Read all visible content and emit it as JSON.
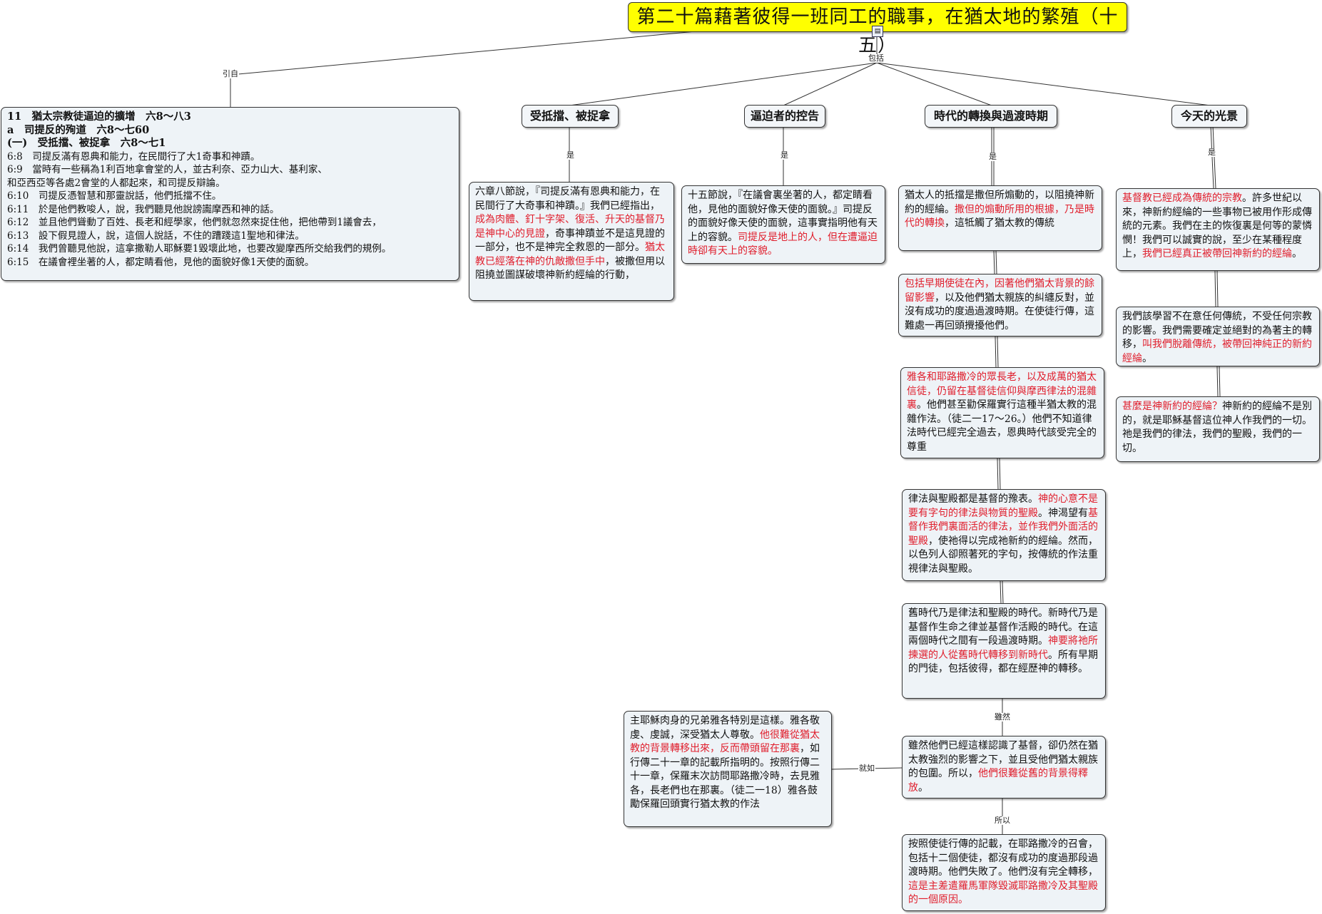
{
  "title": "第二十篇藉著彼得一班同工的職事，在猶太地的繁殖（十五）",
  "title_icon": "notes-icon",
  "edge_labels": {
    "cite": "引自",
    "include": "包括",
    "is1": "是",
    "is2": "是",
    "is3": "是",
    "is4": "是",
    "although": "雖然",
    "like": "就如",
    "therefore": "所以"
  },
  "topics": {
    "t1": "受抵擋、被捉拿",
    "t2": "逼迫者的控告",
    "t3": "時代的轉換與過渡時期",
    "t4": "今天的光景"
  },
  "refs": [
    {
      "text": "11　猶太宗教徒逼迫的擴增　六8～八3",
      "bold": true
    },
    {
      "text": "a　司提反的殉道　六8～七60",
      "bold": true
    },
    {
      "text": "(一)　受抵擋、被捉拿　六8～七1",
      "bold": true
    },
    {
      "text": "6:8　司提反滿有恩典和能力，在民間行了大1奇事和神蹟。",
      "bold": false
    },
    {
      "text": "6:9　當時有一些稱為1利百地拿會堂的人，並古利奈、亞力山大、基利家、",
      "bold": false
    },
    {
      "text": "和亞西亞等各處2會堂的人都起來，和司提反辯論。",
      "bold": false
    },
    {
      "text": "6:10　司提反憑智慧和那靈說話，他們抵擋不住。",
      "bold": false
    },
    {
      "text": "6:11　於是他們教唆人，說，我們聽見他說謗讟摩西和神的話。",
      "bold": false
    },
    {
      "text": "6:12　並且他們聳動了百姓、長老和經學家，他們就忽然來捉住他，把他帶到1議會去，",
      "bold": false
    },
    {
      "text": "6:13　設下假見證人，說，這個人說話，不住的蹧踐這1聖地和律法。",
      "bold": false
    },
    {
      "text": "6:14　我們曾聽見他說，這拿撒勒人耶穌要1毀壞此地，也要改變摩西所交給我們的規例。",
      "bold": false
    },
    {
      "text": "6:15　在議會裡坐著的人，都定睛看他，見他的面貌好像1天使的面貌。",
      "bold": false
    }
  ],
  "notes": {
    "n1": [
      {
        "t": "六章八節說，『司提反滿有恩典和能力，在民間行了大奇事和神蹟。』我們已經指出，",
        "r": false
      },
      {
        "t": "成為肉體、釘十字架、復活、升天的基督乃是神中心的見證",
        "r": true
      },
      {
        "t": "，奇事神蹟並不是這見證的一部分，也不是神完全救恩的一部分。",
        "r": false
      },
      {
        "t": "猶太教已經落在神的仇敵撒但手中",
        "r": true
      },
      {
        "t": "，被撒但用以阻撓並圖謀破壞神新約經綸的行動，",
        "r": false
      }
    ],
    "n2": [
      {
        "t": "十五節說，『在議會裏坐著的人，都定睛看他，見他的面貌好像天使的面貌。』司提反的面貌好像天使的面貌，這事實指明他有天上的容貌。",
        "r": false
      },
      {
        "t": "司提反是地上的人，但在遭逼迫時卻有天上的容貌。",
        "r": true
      }
    ],
    "n3": [
      {
        "t": "猶太人的抵擋是撒但所煽動的，以阻撓神新約的經綸。",
        "r": false
      },
      {
        "t": "撒但的煽動所用的根據，乃是時代的轉換",
        "r": true
      },
      {
        "t": "，這牴觸了猶太教的傳統",
        "r": false
      }
    ],
    "n4": [
      {
        "t": "包括早期使徒在內，因著他們猶太背景的餘留影響",
        "r": true
      },
      {
        "t": "，以及他們猶太親族的糾纏反對，並沒有成功的度過過渡時期。在使徒行傳，這難處一再回頭攪擾他們。",
        "r": false
      }
    ],
    "n5": [
      {
        "t": "雅各和耶路撒冷的眾長老，以及成萬的猶太信徒，仍留在基督徒信仰與摩西律法的混雜裏",
        "r": true
      },
      {
        "t": "。他們甚至勸保羅實行這種半猶太教的混雜作法。（徒二一17～26。）他們不知道律法時代已經完全過去，恩典時代該受完全的尊重",
        "r": false
      }
    ],
    "n6": [
      {
        "t": "律法與聖殿都是基督的豫表。",
        "r": false
      },
      {
        "t": "神的心意不是要有字句的律法與物質的聖殿",
        "r": true
      },
      {
        "t": "。神渴望有",
        "r": false
      },
      {
        "t": "基督作我們裏面活的律法，並作我們外面活的聖殿",
        "r": true
      },
      {
        "t": "，使祂得以完成祂新約的經綸。然而，以色列人卻照著死的字句，按傳統的作法重視律法與聖殿。",
        "r": false
      }
    ],
    "n7": [
      {
        "t": "舊時代乃是律法和聖殿的時代。新時代乃是基督作生命之律並基督作活殿的時代。在這兩個時代之間有一段過渡時期。",
        "r": false
      },
      {
        "t": "神要將祂所揀選的人從舊時代轉移到新時代",
        "r": true
      },
      {
        "t": "。所有早期的門徒，包括彼得，都在經歷神的轉移。",
        "r": false
      }
    ],
    "n8": [
      {
        "t": "雖然他們已經這樣認識了基督，卻仍然在猶太教強烈的影響之下，並且受他們猶太親族的包圍。所以，",
        "r": false
      },
      {
        "t": "他們很難從舊的背景得釋放",
        "r": true
      },
      {
        "t": "。",
        "r": false
      }
    ],
    "n9": [
      {
        "t": "主耶穌肉身的兄弟雅各特別是這樣。雅各敬虔、虔誠，深受猶太人尊敬。",
        "r": false
      },
      {
        "t": "他很難從猶太教的背景轉移出來，反而帶頭留在那裏",
        "r": true
      },
      {
        "t": "，如行傳二十一章的記載所指明的。按照行傳二十一章，保羅末次訪問耶路撒冷時，去見雅各，長老們也在那裏。（徒二一18）雅各鼓勵保羅回頭實行猶太教的作法",
        "r": false
      }
    ],
    "n10": [
      {
        "t": "按照使徒行傳的記載，在耶路撒冷的召會，包括十二個使徒，都沒有成功的度過那段過渡時期。他們失敗了。他們沒有完全轉移，",
        "r": false
      },
      {
        "t": "這是主差遣羅馬軍隊毀滅耶路撒冷及其聖殿的一個原因。",
        "r": true
      }
    ],
    "n11": [
      {
        "t": "基督教已經成為傳統的宗教",
        "r": true
      },
      {
        "t": "。許多世紀以來，神新約經綸的一些事物已被用作形成傳統的元素。我們在主的恢復裏是何等的蒙憐憫！我們可以誠實的說，至少在某種程度上，",
        "r": false
      },
      {
        "t": "我們已經真正被帶回神新約的經綸",
        "r": true
      },
      {
        "t": "。",
        "r": false
      }
    ],
    "n12": [
      {
        "t": "我們該學習不在意任何傳統，不受任何宗教的影響。我們需要確定並絕對的為著主的轉移，",
        "r": false
      },
      {
        "t": "叫我們脫離傳統，被帶回神純正的新約經綸",
        "r": true
      },
      {
        "t": "。",
        "r": false
      }
    ],
    "n13": [
      {
        "t": "甚麼是神新約的經綸？",
        "r": true
      },
      {
        "t": "神新約的經綸不是別的，就是耶穌基督這位神人作我們的一切。祂是我們的律法，我們的聖殿，我們的一切。",
        "r": false
      }
    ]
  }
}
